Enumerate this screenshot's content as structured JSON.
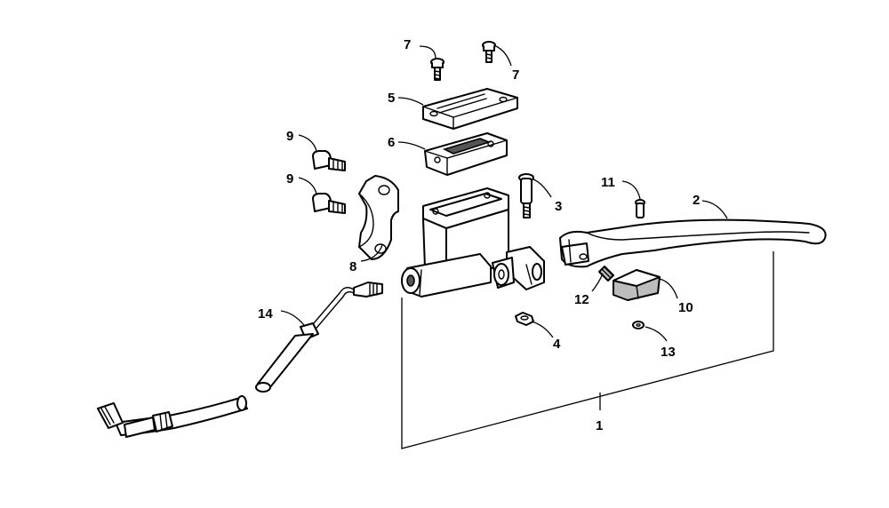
{
  "diagram": {
    "callouts": [
      {
        "id": "c1",
        "label": "1"
      },
      {
        "id": "c2",
        "label": "2"
      },
      {
        "id": "c3",
        "label": "3"
      },
      {
        "id": "c4",
        "label": "4"
      },
      {
        "id": "c5",
        "label": "5"
      },
      {
        "id": "c6",
        "label": "6"
      },
      {
        "id": "c7a",
        "label": "7"
      },
      {
        "id": "c7b",
        "label": "7"
      },
      {
        "id": "c8",
        "label": "8"
      },
      {
        "id": "c9a",
        "label": "9"
      },
      {
        "id": "c9b",
        "label": "9"
      },
      {
        "id": "c10",
        "label": "10"
      },
      {
        "id": "c11",
        "label": "11"
      },
      {
        "id": "c12",
        "label": "12"
      },
      {
        "id": "c13",
        "label": "13"
      },
      {
        "id": "c14",
        "label": "14"
      }
    ]
  }
}
